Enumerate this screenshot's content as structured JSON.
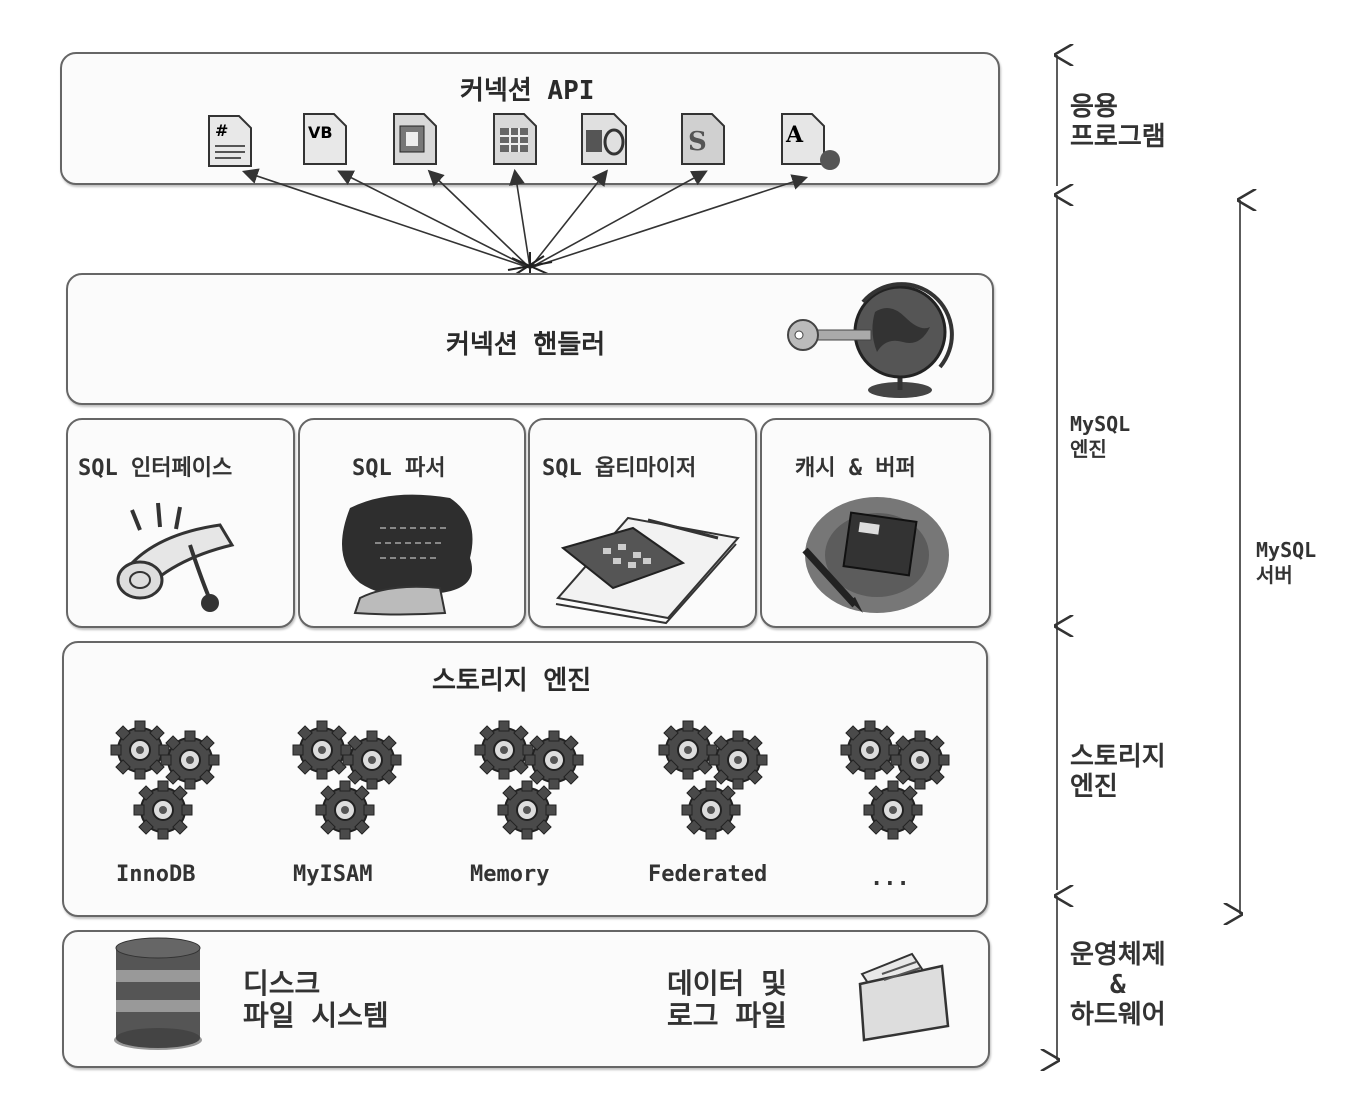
{
  "api_box": {
    "title": "커넥션 API",
    "icons": [
      "c-file-icon",
      "vb-file-icon",
      "document-icon",
      "spreadsheet-icon",
      "database-file-icon",
      "script-file-icon",
      "access-file-icon"
    ]
  },
  "handler_box": {
    "title": "커넥션 핸들러"
  },
  "modules": [
    {
      "label": "SQL 인터페이스"
    },
    {
      "label": "SQL 파서"
    },
    {
      "label": "SQL 옵티마이저"
    },
    {
      "label": "캐시 & 버퍼"
    }
  ],
  "storage_box": {
    "title": "스토리지 엔진",
    "engines": [
      "InnoDB",
      "MyISAM",
      "Memory",
      "Federated",
      "..."
    ]
  },
  "os_box": {
    "disk_label": "디스크\n파일 시스템",
    "data_label": "데이터 및\n로그 파일"
  },
  "layers": {
    "app": "응용\n프로그램",
    "engine": "MySQL\n엔진",
    "storage": "스토리지\n엔진",
    "os": "운영체제\n&\n하드웨어",
    "server": "MySQL\n서버"
  }
}
